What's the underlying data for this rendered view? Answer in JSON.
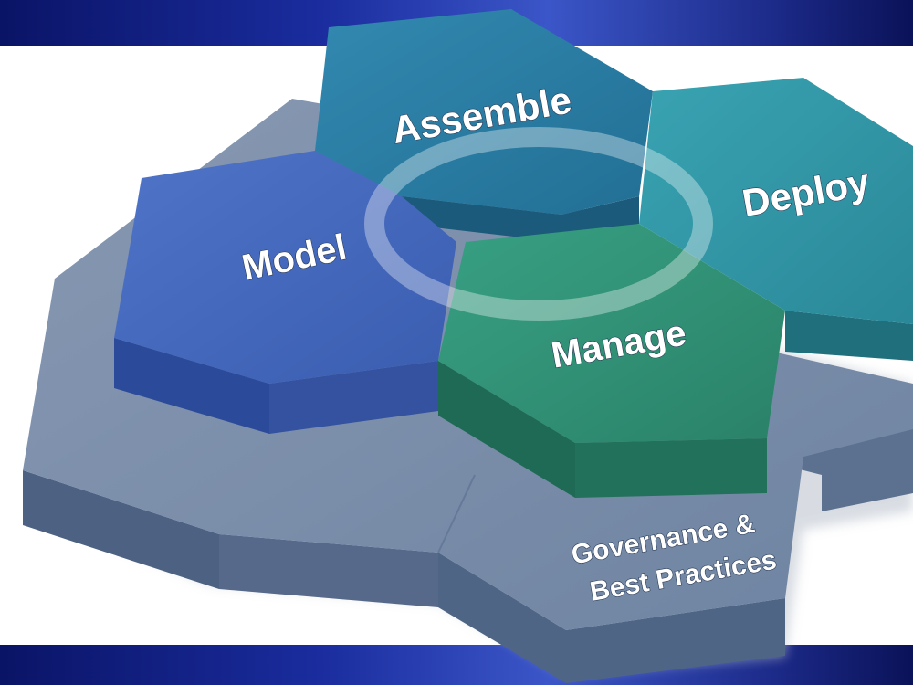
{
  "diagram": {
    "hexagons": [
      {
        "id": "assemble",
        "label": "Assemble",
        "color": "#2a7fa3"
      },
      {
        "id": "model",
        "label": "Model",
        "color": "#3c63b5"
      },
      {
        "id": "deploy",
        "label": "Deploy",
        "color": "#2f94a4"
      },
      {
        "id": "manage",
        "label": "Manage",
        "color": "#2f8f72"
      }
    ],
    "base": {
      "label_line1": "Governance &",
      "label_line2": "Best Practices",
      "color": "#7589a4"
    },
    "band_color": "#1a2c9e"
  }
}
